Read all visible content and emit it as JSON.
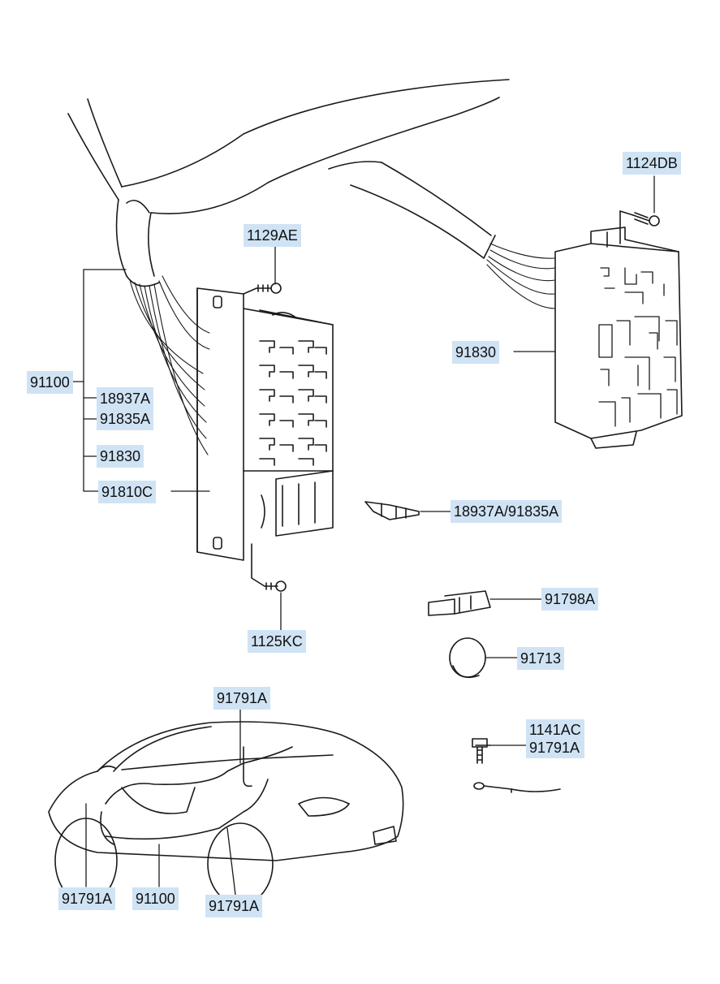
{
  "colors": {
    "label_bg": "#cfe3f4",
    "line": "#1a1a1a"
  },
  "labels": {
    "bolt_top_right": "1124DB",
    "bolt_top_center": "1129AE",
    "junction_box_right": "91830",
    "harness_main": "91100",
    "fuse_side_1": "18937A",
    "fuse_side_2": "91835A",
    "junction_side": "91830",
    "fuse_box": "91810C",
    "fuse_part": "18937A/91835A",
    "relay": "91798A",
    "grommet": "91713",
    "bolt_bottom": "1125KC",
    "ground_bolt": "1141AC",
    "ground_wire": "91791A",
    "car_ground_top": "91791A",
    "car_ground_left": "91791A",
    "car_harness": "91100",
    "car_ground_right": "91791A"
  }
}
